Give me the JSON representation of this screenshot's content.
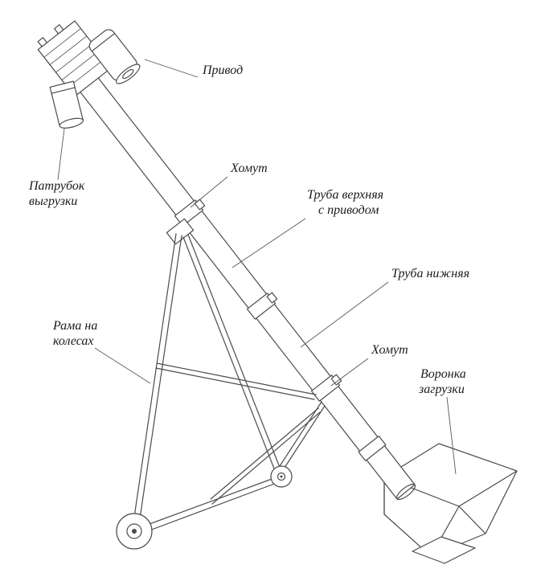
{
  "colors": {
    "background": "#ffffff",
    "line": "#4b4b4b",
    "leader": "#565656",
    "text": "#1b1b1b"
  },
  "labels": {
    "privod": "Привод",
    "khomut_upper": "Хомут",
    "truba_verkhnyaya": {
      "line1": "Труба верхняя",
      "line2": "с приводом"
    },
    "truba_nizhnyaya": "Труба нижняя",
    "khomut_lower": "Хомут",
    "voronka": {
      "line1": "Воронка",
      "line2": "загрузки"
    },
    "patrubok": {
      "line1": "Патрубок",
      "line2": "выгрузки"
    },
    "rama": {
      "line1": "Рама на",
      "line2": "колесах"
    }
  }
}
